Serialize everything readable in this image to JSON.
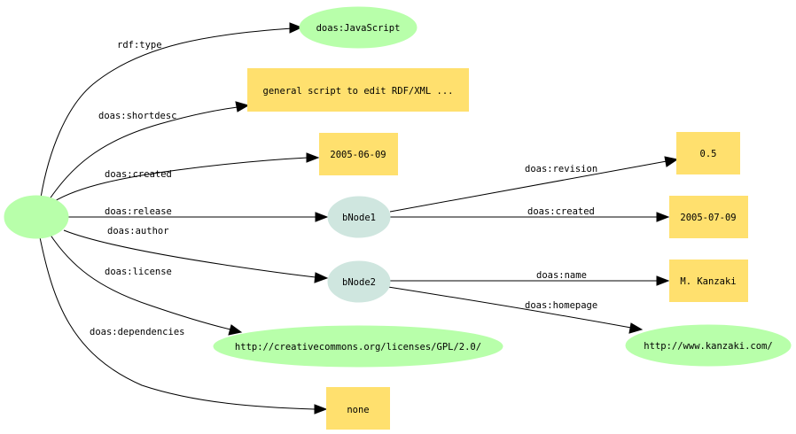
{
  "colors": {
    "uri": "#b8ffaa",
    "bnode": "#cfe6df",
    "literal": "#ffe06e",
    "edge": "#000000"
  },
  "nodes": {
    "subject": {
      "label": ""
    },
    "javascript": {
      "label": "doas:JavaScript"
    },
    "shortdesc": {
      "label": "general script to edit RDF/XML ..."
    },
    "created1": {
      "label": "2005-06-09"
    },
    "bnode1": {
      "label": "bNode1"
    },
    "bnode2": {
      "label": "bNode2"
    },
    "license": {
      "label": "http://creativecommons.org/licenses/GPL/2.0/"
    },
    "none": {
      "label": "none"
    },
    "revision": {
      "label": "0.5"
    },
    "created2": {
      "label": "2005-07-09"
    },
    "name": {
      "label": "M. Kanzaki"
    },
    "homepage": {
      "label": "http://www.kanzaki.com/"
    }
  },
  "edges": {
    "rdf_type": "rdf:type",
    "shortdesc": "doas:shortdesc",
    "created": "doas:created",
    "release": "doas:release",
    "author": "doas:author",
    "license": "doas:license",
    "dependencies": "doas:dependencies",
    "revision": "doas:revision",
    "created2": "doas:created",
    "name": "doas:name",
    "homepage": "doas:homepage"
  }
}
